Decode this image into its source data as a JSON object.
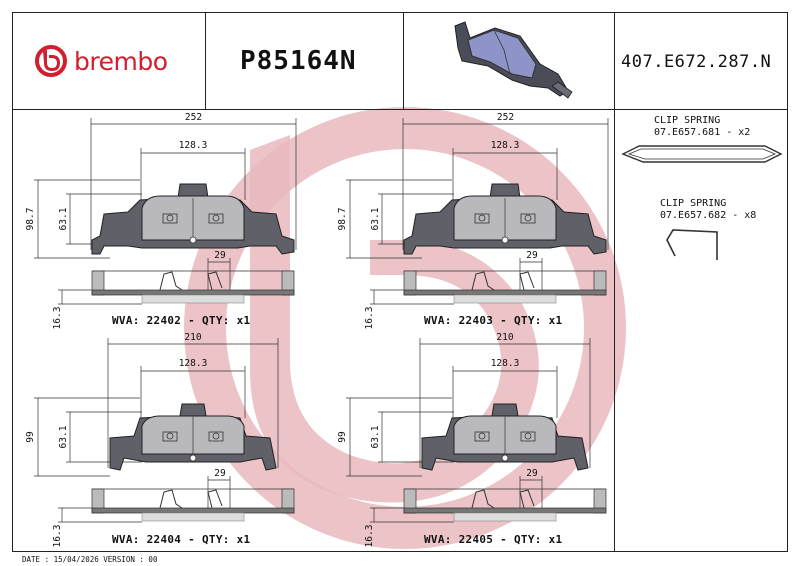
{
  "header": {
    "brand_name": "brembo",
    "part_code": "P85164N",
    "reference_code": "407.E672.287.N"
  },
  "clips": [
    {
      "label": "CLIP SPRING",
      "code_qty": "07.E657.681 - x2"
    },
    {
      "label": "CLIP SPRING",
      "code_qty": "07.E657.682 - x8"
    }
  ],
  "pads": [
    {
      "wva_text": "WVA: 22402 - QTY: x1",
      "width": "252",
      "inner_width": "128.3",
      "height": "98.7",
      "inner_height": "63.1",
      "clip_width": "29",
      "thickness": "16.3"
    },
    {
      "wva_text": "WVA: 22403 - QTY: x1",
      "width": "252",
      "inner_width": "128.3",
      "height": "98.7",
      "inner_height": "63.1",
      "clip_width": "29",
      "thickness": "16.3"
    },
    {
      "wva_text": "WVA: 22404 - QTY: x1",
      "width": "210",
      "inner_width": "128.3",
      "height": "99",
      "inner_height": "63.1",
      "clip_width": "29",
      "thickness": "16.3"
    },
    {
      "wva_text": "WVA: 22405 - QTY: x1",
      "width": "210",
      "inner_width": "128.3",
      "height": "99",
      "inner_height": "63.1",
      "clip_width": "29",
      "thickness": "16.3"
    }
  ],
  "footer": {
    "text": "DATE : 15/04/2026 VERSION : 00"
  },
  "colors": {
    "brand_red": "#d01f2e",
    "pad_fill": "#b9b9bd",
    "pad_3d_fill": "#8e93c8"
  }
}
